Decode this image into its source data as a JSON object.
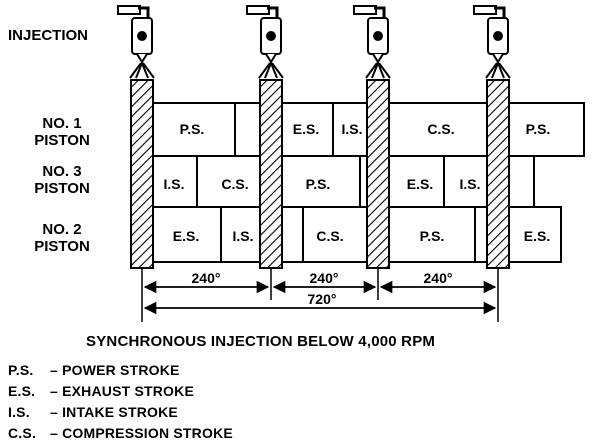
{
  "labels": {
    "injection": "INJECTION",
    "rows": [
      "NO. 1",
      "PISTON",
      "NO. 3",
      "PISTON",
      "NO. 2",
      "PISTON"
    ]
  },
  "strokes": {
    "ps": "P.S.",
    "es": "E.S.",
    "is": "I.S.",
    "cs": "C.S."
  },
  "angles": {
    "a1": "240°",
    "a2": "240°",
    "a3": "240°",
    "total": "720°"
  },
  "caption": "SYNCHRONOUS INJECTION BELOW 4,000 RPM",
  "legend": [
    {
      "abbr": "P.S.",
      "text": "–  POWER STROKE"
    },
    {
      "abbr": "E.S.",
      "text": "–  EXHAUST STROKE"
    },
    {
      "abbr": "I.S.",
      "text": "–  INTAKE STROKE"
    },
    {
      "abbr": "C.S.",
      "text": "–  COMPRESSION STROKE"
    }
  ]
}
